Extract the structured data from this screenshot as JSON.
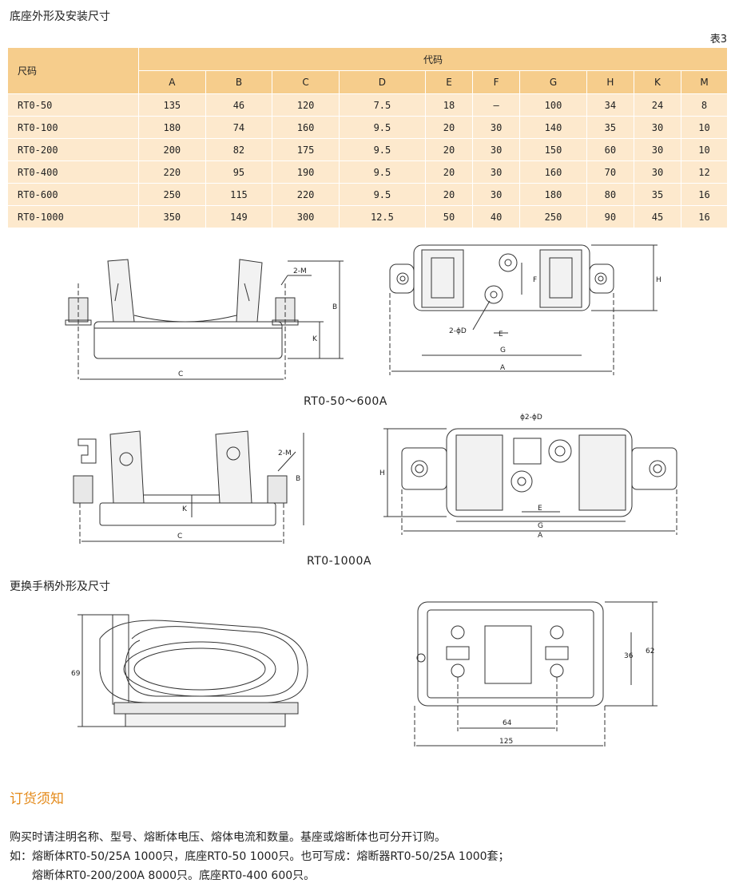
{
  "page_title": "底座外形及安装尺寸",
  "table_no": "表3",
  "table": {
    "row_header": "尺码",
    "group_header": "代码",
    "columns": [
      "A",
      "B",
      "C",
      "D",
      "E",
      "F",
      "G",
      "H",
      "K",
      "M"
    ],
    "rows": [
      {
        "model": "RT0-50",
        "values": [
          "135",
          "46",
          "120",
          "7.5",
          "18",
          "—",
          "100",
          "34",
          "24",
          "8"
        ]
      },
      {
        "model": "RT0-100",
        "values": [
          "180",
          "74",
          "160",
          "9.5",
          "20",
          "30",
          "140",
          "35",
          "30",
          "10"
        ]
      },
      {
        "model": "RT0-200",
        "values": [
          "200",
          "82",
          "175",
          "9.5",
          "20",
          "30",
          "150",
          "60",
          "30",
          "10"
        ]
      },
      {
        "model": "RT0-400",
        "values": [
          "220",
          "95",
          "190",
          "9.5",
          "20",
          "30",
          "160",
          "70",
          "30",
          "12"
        ]
      },
      {
        "model": "RT0-600",
        "values": [
          "250",
          "115",
          "220",
          "9.5",
          "20",
          "30",
          "180",
          "80",
          "35",
          "16"
        ]
      },
      {
        "model": "RT0-1000",
        "values": [
          "350",
          "149",
          "300",
          "12.5",
          "50",
          "40",
          "250",
          "90",
          "45",
          "16"
        ]
      }
    ]
  },
  "figures": {
    "caption_1": "RT0-50～600A",
    "caption_2": "RT0-1000A",
    "handle_section": "更换手柄外形及尺寸",
    "labels": {
      "c": "C",
      "b": "B",
      "k": "K",
      "m2": "2-M",
      "a": "A",
      "g": "G",
      "e": "E",
      "f": "F",
      "h": "H",
      "d2": "2-ϕD",
      "d3": "ϕ2-ϕD",
      "dim69": "69",
      "dim64": "64",
      "dim125": "125",
      "dim36": "36",
      "dim62": "62"
    }
  },
  "order": {
    "title": "订货须知",
    "line1": "购买时请注明名称、型号、熔断体电压、熔体电流和数量。基座或熔断体也可分开订购。",
    "line2": "如：熔断体RT0-50/25A 1000只，底座RT0-50 1000只。也可写成：熔断器RT0-50/25A 1000套；",
    "line3": "熔断体RT0-200/200A 8000只。底座RT0-400 600只。"
  }
}
